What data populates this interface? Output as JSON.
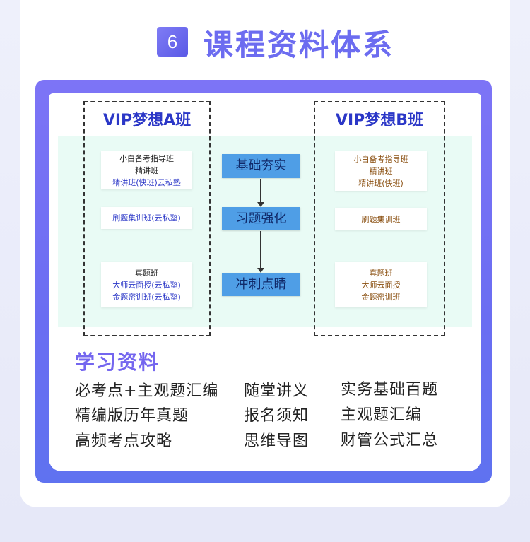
{
  "header": {
    "number": "6",
    "title": "课程资料体系"
  },
  "class_a": {
    "title": "VIP梦想A班",
    "box1": [
      "小白备考指导班",
      "精讲班",
      "精讲班(快班)云私塾"
    ],
    "box2": [
      "刷题集训班(云私塾)"
    ],
    "box3": [
      "真题班",
      "大师云面授(云私塾)",
      "金题密训班(云私塾)"
    ]
  },
  "steps": [
    "基础夯实",
    "习题强化",
    "冲刺点睛"
  ],
  "class_b": {
    "title": "VIP梦想B班",
    "box1": [
      "小白备考指导班",
      "精讲班",
      "精讲班(快班)"
    ],
    "box2": [
      "刷题集训班"
    ],
    "box3": [
      "真题班",
      "大师云面授",
      "金题密训班"
    ]
  },
  "materials": {
    "title": "学习资料",
    "col1": [
      "必考点+主观题汇编",
      "精编版历年真题",
      "高频考点攻略"
    ],
    "col2": [
      "随堂讲义",
      "报名须知",
      "思维导图"
    ],
    "col3": [
      "实务基础百题",
      "主观题汇编",
      "财管公式汇总"
    ]
  },
  "colors": {
    "accent": "#6c6cf0",
    "class_title": "#2b37c7",
    "step_bg": "#4f9ee6",
    "band": "#e9fbf5",
    "brown_text": "#8a4f10"
  }
}
